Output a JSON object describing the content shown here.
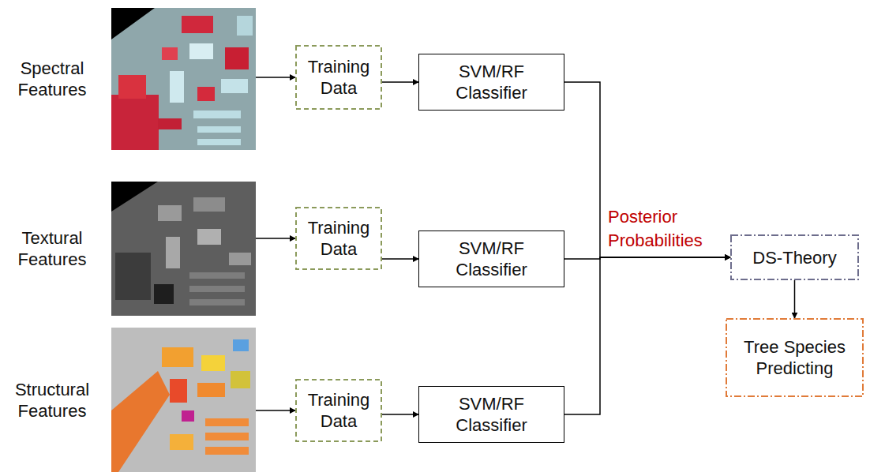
{
  "diagram": {
    "nodes": [
      {
        "text": [
          "Spectral Features"
        ]
      },
      {
        "text": [
          "Training Data"
        ]
      },
      {
        "text": [
          "SVM/RF Classifier"
        ]
      },
      {
        "text": [
          "Textural Features"
        ]
      },
      {
        "text": [
          "Training Data"
        ]
      },
      {
        "text": [
          "SVM/RF Classifier"
        ]
      },
      {
        "text": [
          "Structural Features"
        ]
      },
      {
        "text": [
          "Training Data"
        ]
      },
      {
        "text": [
          "SVM/RF Classifier"
        ]
      },
      {
        "text": [
          "DS-Theory"
        ]
      },
      {
        "text": [
          "Tree Species Predicting"
        ]
      }
    ],
    "edges": [
      {
        "from": 0,
        "to": 1,
        "arrow": "to"
      },
      {
        "from": 1,
        "to": 2,
        "arrow": "to"
      },
      {
        "from": 3,
        "to": 4,
        "arrow": "to"
      },
      {
        "from": 4,
        "to": 5,
        "arrow": "to"
      },
      {
        "from": 6,
        "to": 7,
        "arrow": "to"
      },
      {
        "from": 7,
        "to": 8,
        "arrow": "to"
      },
      {
        "from": 2,
        "to": 9,
        "arrow": "to"
      },
      {
        "from": 5,
        "to": 9,
        "label": "Posterior Probabilities",
        "arrow": "to"
      },
      {
        "from": 8,
        "to": 9,
        "arrow": "to"
      },
      {
        "from": 9,
        "to": 10,
        "arrow": "to"
      }
    ]
  }
}
